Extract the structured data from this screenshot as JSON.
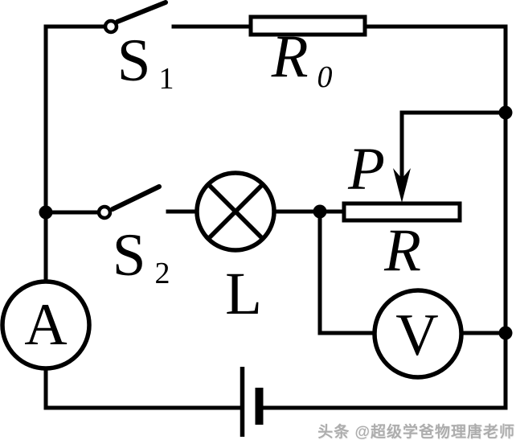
{
  "diagram": {
    "type": "physics-circuit-diagram",
    "colors": {
      "line": "#000000",
      "background": "#ffffff",
      "watermark": "#adadad"
    },
    "components": {
      "switch_s1": {
        "label": "S",
        "subscript": "1"
      },
      "switch_s2": {
        "label": "S",
        "subscript": "2"
      },
      "fixed_resistor": {
        "label": "R",
        "subscript": "0"
      },
      "lamp": {
        "label": "L"
      },
      "slider": {
        "label": "P"
      },
      "rheostat": {
        "label": "R"
      },
      "ammeter": {
        "label": "A"
      },
      "voltmeter": {
        "label": "V"
      }
    },
    "watermark": {
      "text": "头条 @超级学爸物理唐老师"
    }
  }
}
